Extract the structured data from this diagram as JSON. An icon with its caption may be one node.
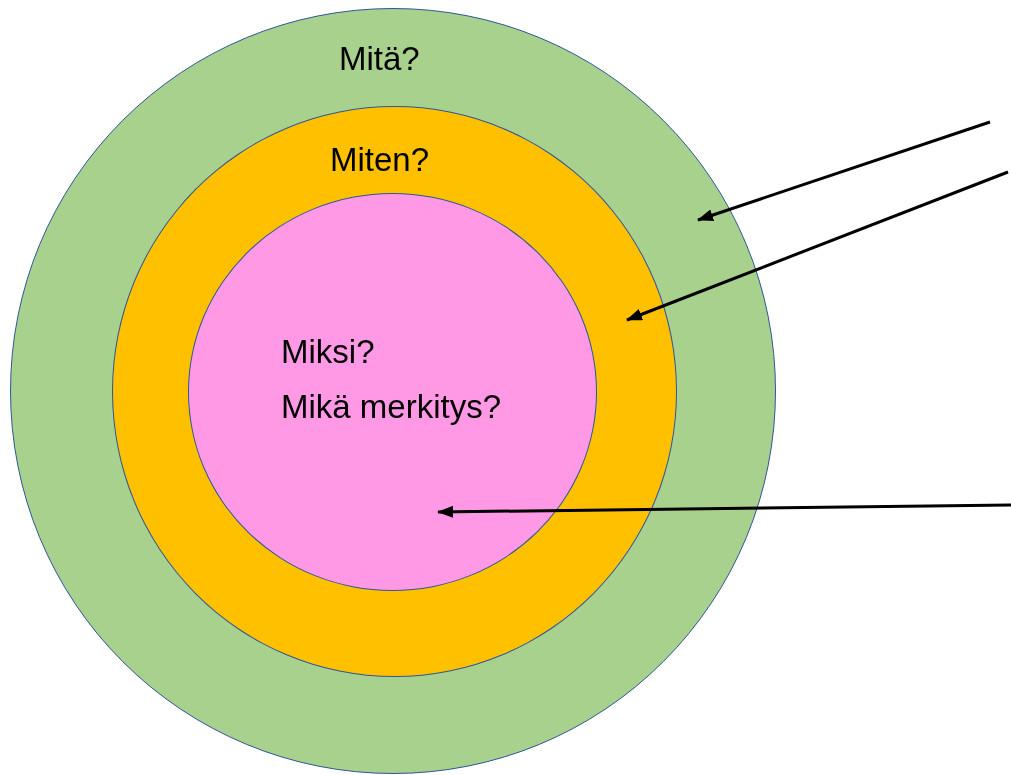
{
  "diagram": {
    "nodes": [
      {
        "text": [
          "Mitä?"
        ]
      },
      {
        "text": [
          "Miten?"
        ],
        "in": 0
      },
      {
        "text": [
          "Miksi?",
          "Mikä merkitys?"
        ],
        "in": 1
      }
    ],
    "edges": [
      {
        "from": null,
        "to": 0,
        "arrow": "to"
      },
      {
        "from": null,
        "to": 1,
        "arrow": "to"
      },
      {
        "from": null,
        "to": 2,
        "arrow": "to"
      }
    ]
  }
}
